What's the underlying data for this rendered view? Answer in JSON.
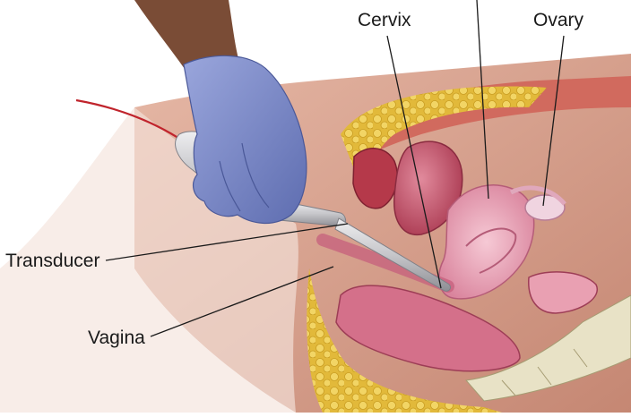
{
  "labels": {
    "cervix": "Cervix",
    "ovary": "Ovary",
    "transducer": "Transducer",
    "vagina": "Vagina"
  },
  "colors": {
    "skin": "#d9a592",
    "skin_shadow": "#c48a78",
    "fat": "#e9c54e",
    "muscle": "#c0504a",
    "uterus": "#e9a3b6",
    "bladder": "#cf5e74",
    "rectum": "#d4708a",
    "bone": "#e7e1c7",
    "glove": "#7d8cc9",
    "probe": "#c9c9cc",
    "cable": "#c0242c",
    "leader_line": "#1a1a1a"
  }
}
